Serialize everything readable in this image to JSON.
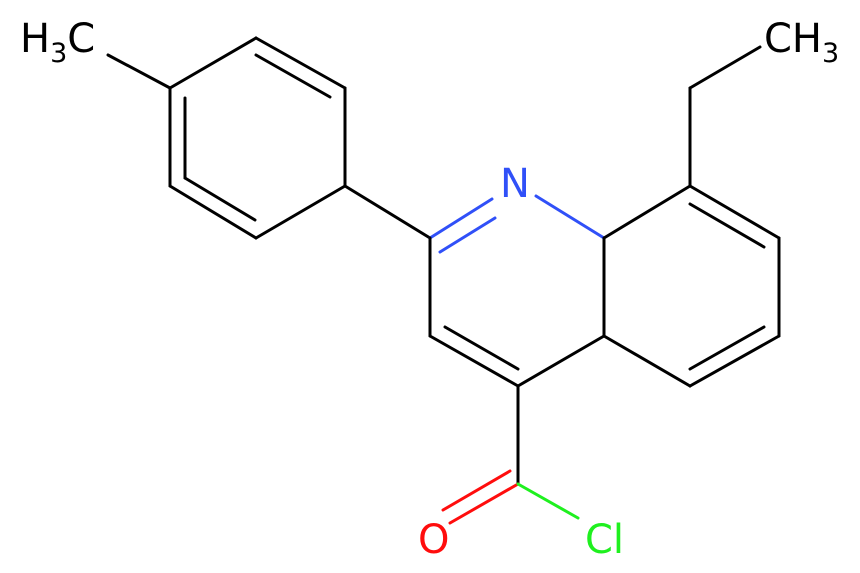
{
  "colors": {
    "background": "#ffffff",
    "bond": "#000000",
    "nitrogen": "#3050f8",
    "oxygen": "#ff0d0d",
    "chlorine": "#1ff01f",
    "carbon_label": "#000000"
  },
  "labels": {
    "ch3_left": {
      "element": "H",
      "count": "3",
      "tail": "C"
    },
    "ch3_right": {
      "head": "CH",
      "count": "3"
    },
    "nitrogen": "N",
    "oxygen": "O",
    "chlorine": "Cl"
  }
}
